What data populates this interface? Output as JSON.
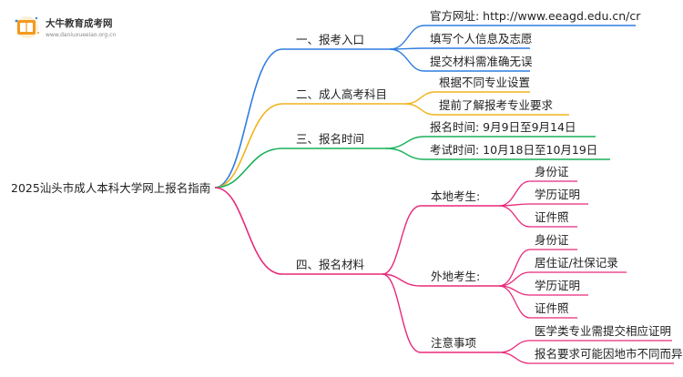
{
  "logo": {
    "title": "大牛教育成考网",
    "url": "www.daniuxueeiao.org.cn"
  },
  "colors": {
    "branch1": "#2f7de1",
    "branch2": "#f2b21b",
    "branch3": "#1ab05a",
    "branch4": "#e8297a",
    "logo_orange": "#f29a1e",
    "logo_blue": "#3a86e0"
  },
  "root": {
    "label": "2025汕头市成人本科大学网上报名指南"
  },
  "branches": {
    "b1": {
      "label": "一、报考入口",
      "items": [
        "官方网址: http://www.eeagd.edu.cn/cr",
        "填写个人信息及志愿",
        "提交材料需准确无误"
      ]
    },
    "b2": {
      "label": "二、成人高考科目",
      "items": [
        "根据不同专业设置",
        "提前了解报考专业要求"
      ]
    },
    "b3": {
      "label": "三、报名时间",
      "items": [
        "报名时间: 9月9日至9月14日",
        "考试时间: 10月18日至10月19日"
      ]
    },
    "b4": {
      "label": "四、报名材料",
      "groups": {
        "local": {
          "label": "本地考生:",
          "items": [
            "身份证",
            "学历证明",
            "证件照"
          ]
        },
        "nonlocal": {
          "label": "外地考生:",
          "items": [
            "身份证",
            "居住证/社保记录",
            "学历证明",
            "证件照"
          ]
        },
        "notes": {
          "label": "注意事项",
          "items": [
            "医学类专业需提交相应证明",
            "报名要求可能因地市不同而异"
          ]
        }
      }
    }
  }
}
